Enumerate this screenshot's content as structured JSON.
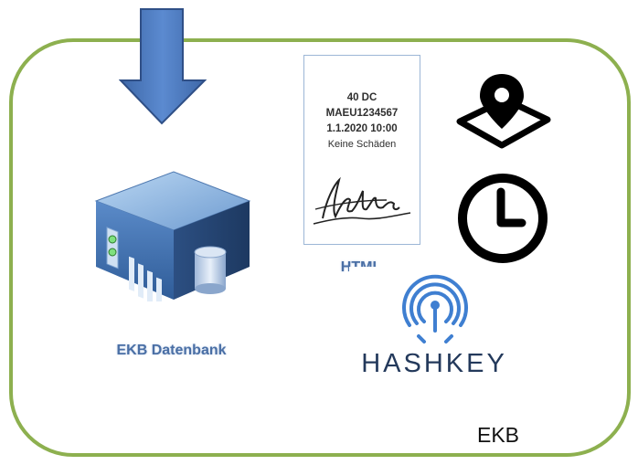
{
  "diagram": {
    "frame_color": "#8db04f",
    "arrow": {
      "icon": "down-arrow-icon",
      "color": "#4f7cc0"
    },
    "database": {
      "icon": "server-database-icon",
      "label": "EKB Datenbank"
    },
    "document": {
      "lines": [
        "40 DC",
        "MAEU1234567",
        "1.1.2020 10:00",
        "Keine Schäden"
      ],
      "caption": "HTML",
      "signature_icon": "handwritten-signature"
    },
    "location": {
      "icon": "phone-location-pin-icon"
    },
    "time": {
      "icon": "clock-icon"
    },
    "hashkey": {
      "icon": "hashkey-fingerprint-logo",
      "wordmark": "HASHKEY",
      "brand_color": "#3f7fd1"
    },
    "small_mark": "-",
    "container_label": "EKB"
  }
}
